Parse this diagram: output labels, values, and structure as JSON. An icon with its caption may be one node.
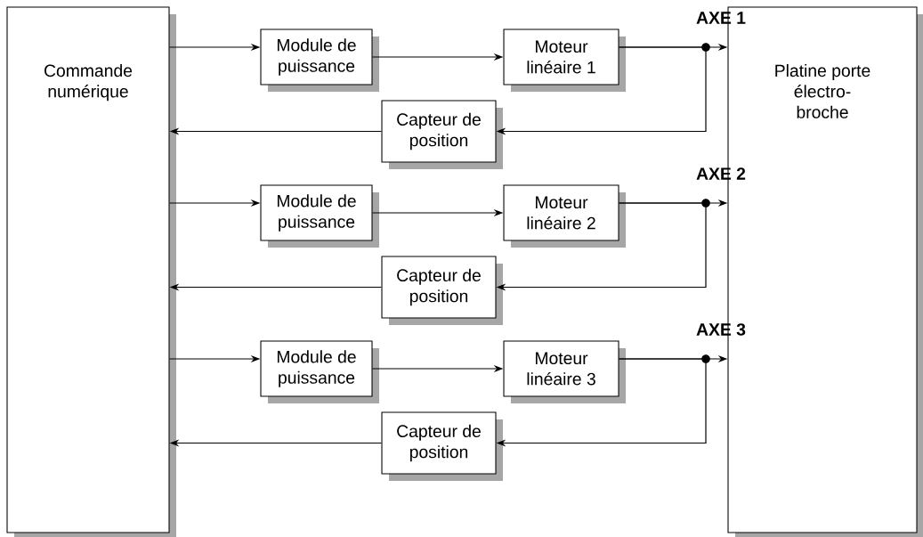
{
  "diagram": {
    "nodes": [
      {
        "text": [
          "Commande numérique"
        ]
      },
      {
        "text": [
          "Platine porte électro-broche"
        ]
      },
      {
        "text": [
          "Module de puissance"
        ]
      },
      {
        "text": [
          "Moteur linéaire 1"
        ]
      },
      {
        "text": [
          "Capteur de position"
        ]
      },
      {
        "text": [
          "Module de puissance"
        ]
      },
      {
        "text": [
          "Moteur linéaire 2"
        ]
      },
      {
        "text": [
          "Capteur de position"
        ]
      },
      {
        "text": [
          "Module de puissance"
        ]
      },
      {
        "text": [
          "Moteur linéaire 3"
        ]
      },
      {
        "text": [
          "Capteur de position"
        ]
      }
    ],
    "edges": [
      {
        "from": 0,
        "to": 2,
        "arrow": "to"
      },
      {
        "from": 2,
        "to": 3,
        "arrow": "to"
      },
      {
        "from": 3,
        "to": 1,
        "arrow": "to"
      },
      {
        "from": 3,
        "to": 4,
        "arrow": "to"
      },
      {
        "from": 4,
        "to": 0,
        "arrow": "to"
      },
      {
        "from": 0,
        "to": 5,
        "arrow": "to"
      },
      {
        "from": 5,
        "to": 6,
        "arrow": "to"
      },
      {
        "from": 6,
        "to": 1,
        "arrow": "to"
      },
      {
        "from": 6,
        "to": 7,
        "arrow": "to"
      },
      {
        "from": 7,
        "to": 0,
        "arrow": "to"
      },
      {
        "from": 0,
        "to": 8,
        "arrow": "to"
      },
      {
        "from": 8,
        "to": 9,
        "arrow": "to"
      },
      {
        "from": 9,
        "to": 1,
        "arrow": "to"
      },
      {
        "from": 9,
        "to": 10,
        "arrow": "to"
      },
      {
        "from": 10,
        "to": 0,
        "arrow": "to"
      }
    ],
    "labels": [
      "AXE 1",
      "AXE 2",
      "AXE 3"
    ]
  }
}
